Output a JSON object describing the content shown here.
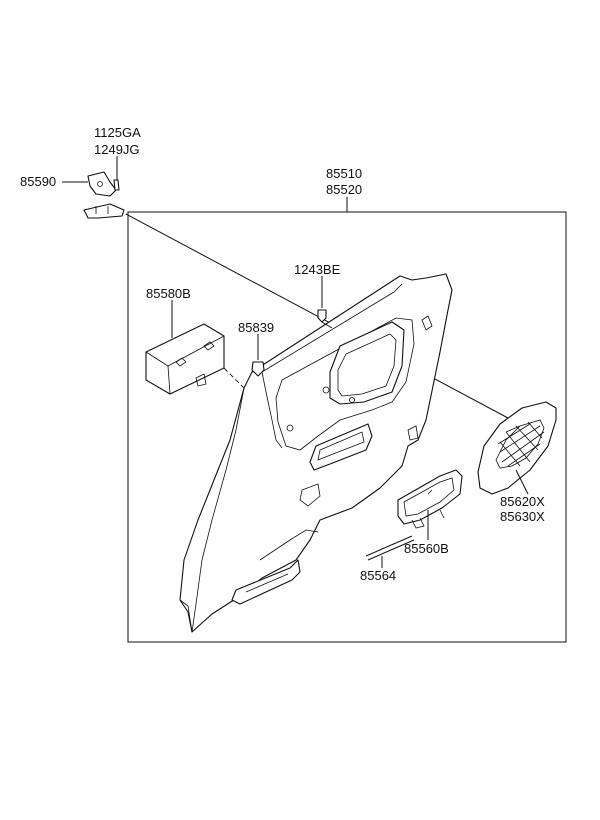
{
  "labels": {
    "bracket_bolt_1": "1125GA",
    "bracket_bolt_2": "1249JG",
    "bracket": "85590",
    "trim_panel_1": "85510",
    "trim_panel_2": "85520",
    "clip": "1243BE",
    "box": "85580B",
    "fastener": "85839",
    "speaker_grille_1": "85620X",
    "speaker_grille_2": "85630X",
    "lamp_lens": "85560B",
    "wire": "85564"
  }
}
